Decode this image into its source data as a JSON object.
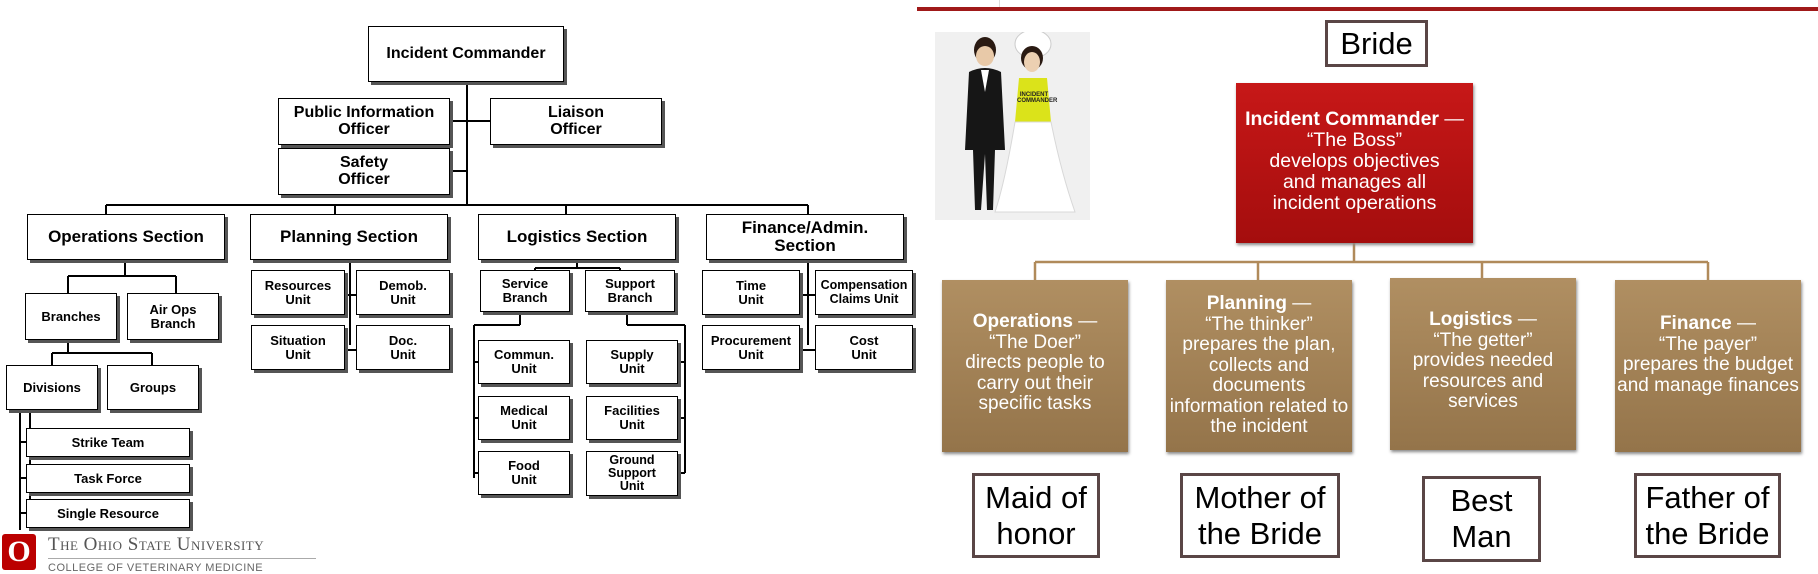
{
  "left_chart": {
    "top": {
      "incident_commander": "Incident Commander",
      "public_info": "Public Information Officer",
      "liaison": "Liaison Officer",
      "safety": "Safety Officer"
    },
    "sections": {
      "operations": "Operations Section",
      "planning": "Planning Section",
      "logistics": "Logistics Section",
      "finance": "Finance/Admin. Section"
    },
    "operations": {
      "branches": "Branches",
      "air_ops": "Air Ops Branch",
      "divisions": "Divisions",
      "groups": "Groups",
      "strike_team": "Strike Team",
      "task_force": "Task Force",
      "single_resource": "Single Resource"
    },
    "planning": {
      "resources": "Resources Unit",
      "demob": "Demob. Unit",
      "situation": "Situation Unit",
      "doc": "Doc. Unit"
    },
    "logistics": {
      "service_branch": "Service Branch",
      "support_branch": "Support Branch",
      "commun": "Commun. Unit",
      "medical": "Medical Unit",
      "food": "Food Unit",
      "supply": "Supply Unit",
      "facilities": "Facilities Unit",
      "ground_support": "Ground Support Unit"
    },
    "finance": {
      "time": "Time Unit",
      "compensation": "Compensation Claims Unit",
      "procurement": "Procurement Unit",
      "cost": "Cost Unit"
    }
  },
  "footer": {
    "logo_letter": "O",
    "university": "The Ohio State University",
    "college": "COLLEGE OF VETERINARY MEDICINE"
  },
  "right_chart": {
    "bride": "Bride",
    "incident_commander": {
      "title": "Incident Commander",
      "dash": " —",
      "nickname": "“The Boss”",
      "description": "develops objectives and manages all incident operations"
    },
    "sections": [
      {
        "title": "Operations",
        "nickname": "“The Doer”",
        "description": "directs people to carry out their specific tasks",
        "role": "Maid of honor"
      },
      {
        "title": "Planning",
        "nickname": "“The thinker”",
        "description": "prepares the plan, collects and documents information related to the incident",
        "role": "Mother of the Bride"
      },
      {
        "title": "Logistics",
        "nickname": "“The getter”",
        "description": "provides needed resources and services",
        "role": "Best Man"
      },
      {
        "title": "Finance",
        "nickname": "“The payer”",
        "description": "prepares the budget and manage finances",
        "role": "Father of the Bride"
      }
    ],
    "vest_text": "INCIDENT COMMANDER",
    "colors": {
      "ic_red": "#b51414",
      "section_tan": "#a2825a",
      "connector": "#b08a5a",
      "top_rule": "#a01919"
    }
  }
}
